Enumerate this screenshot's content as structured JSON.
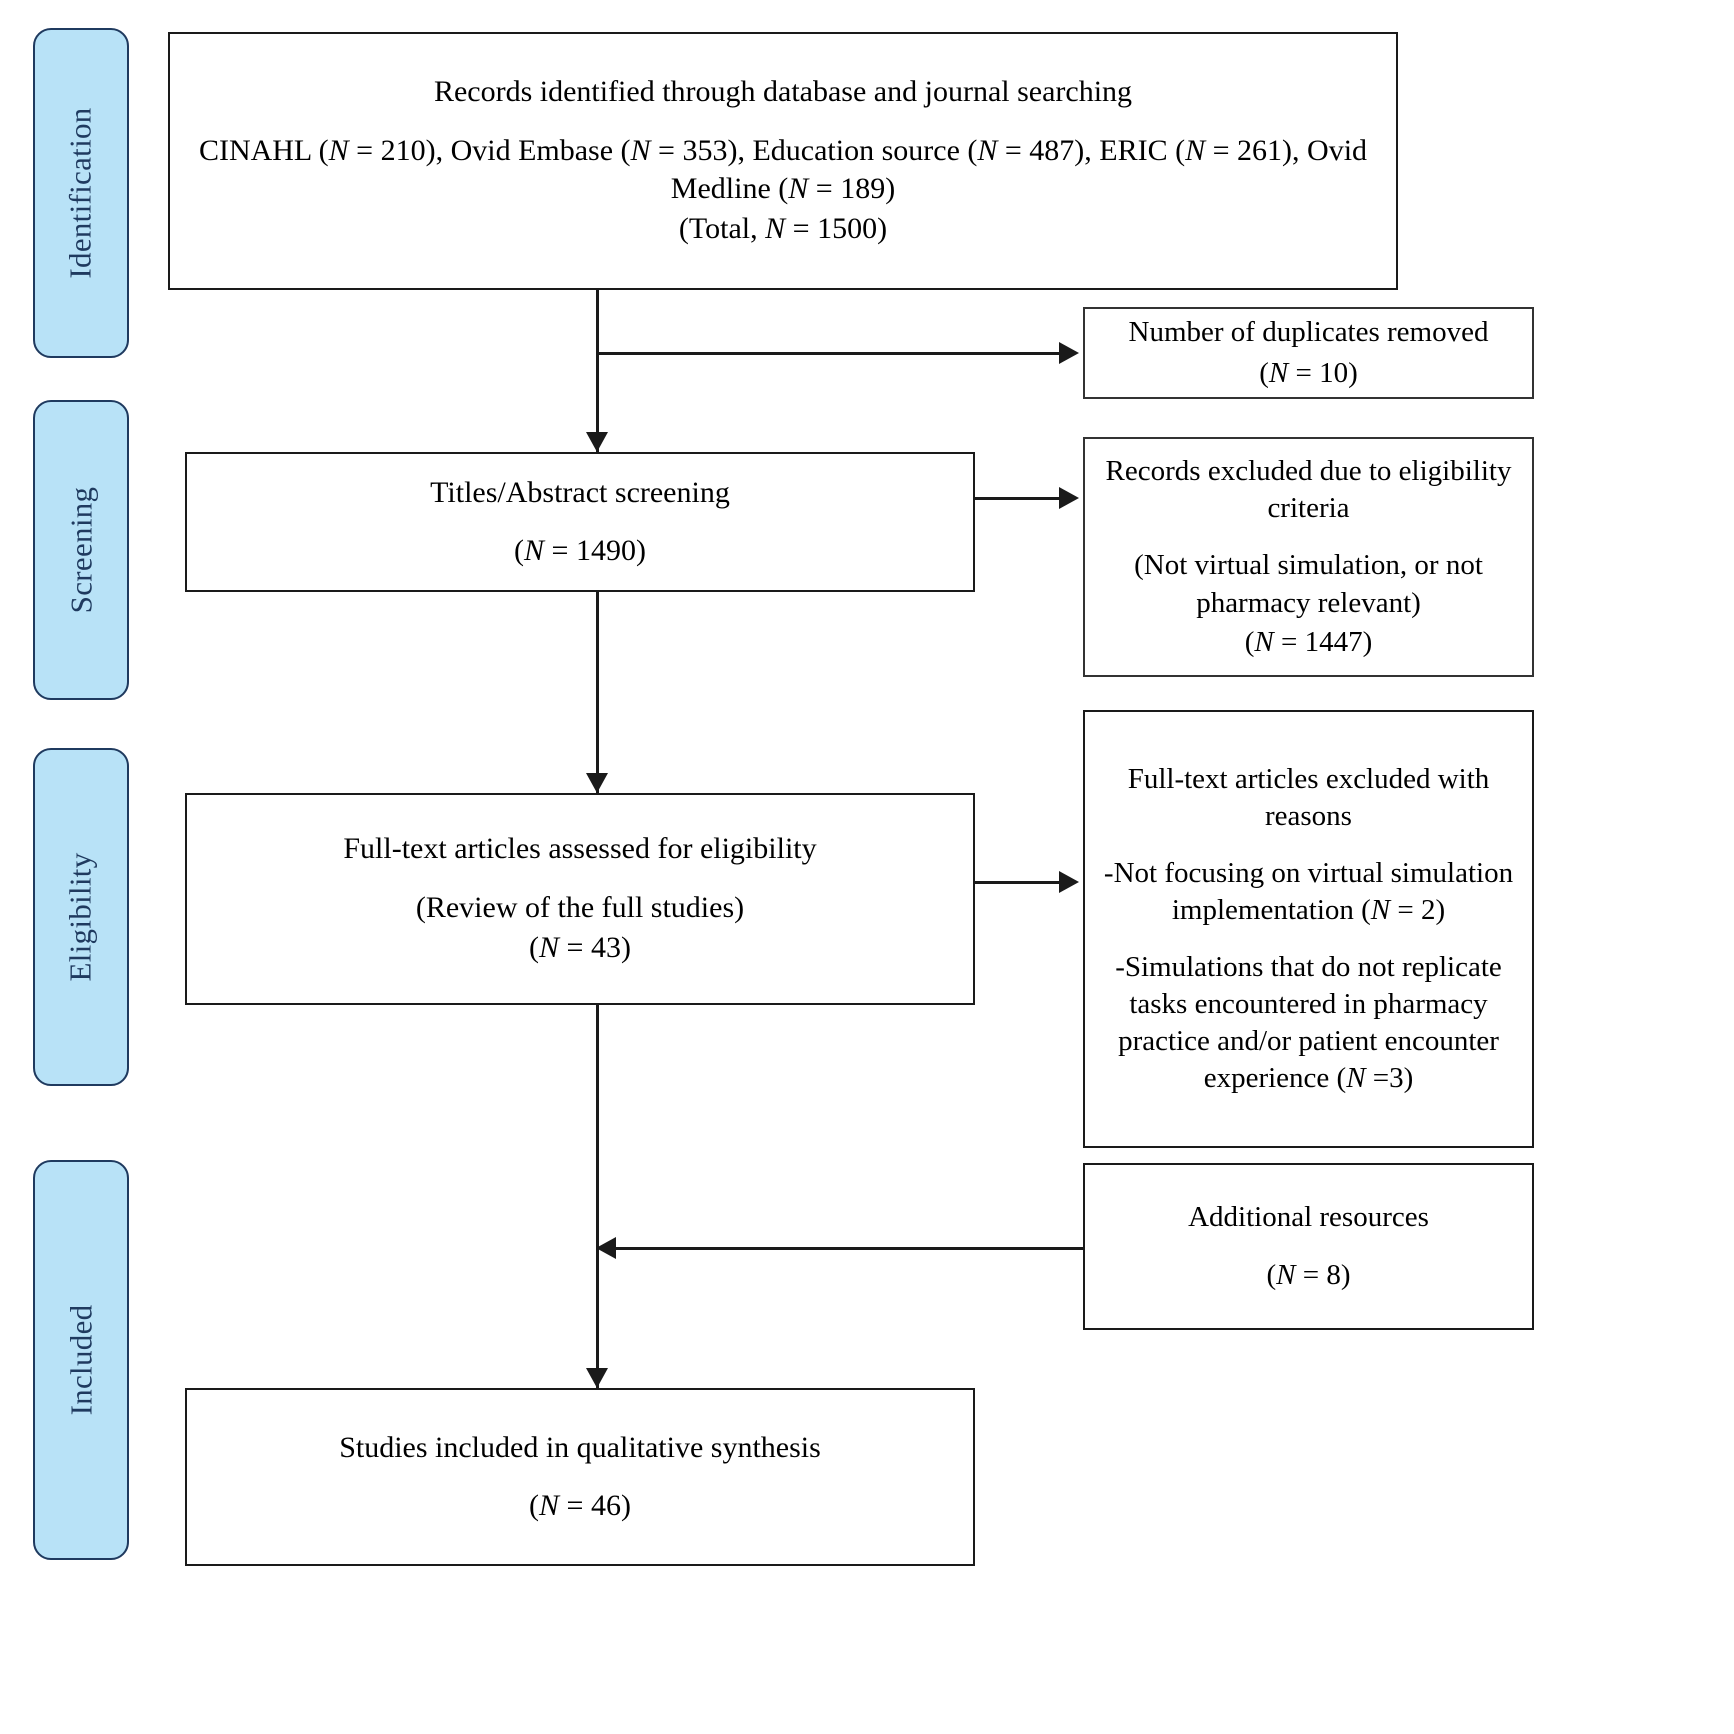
{
  "diagram": {
    "type": "prisma-flow-diagram",
    "stages": [
      {
        "id": "identification",
        "label": "Identification"
      },
      {
        "id": "screening",
        "label": "Screening"
      },
      {
        "id": "eligibility",
        "label": "Eligibility"
      },
      {
        "id": "included",
        "label": "Included"
      }
    ],
    "boxes": {
      "identified": {
        "title": "Records identified through database and journal searching",
        "sources_line": "CINAHL (N = 210), Ovid Embase (N = 353), Education source (N = 487), ERIC (N = 261), Ovid Medline (N = 189)",
        "total_line": "(Total, N = 1500)",
        "sources": [
          {
            "name": "CINAHL",
            "n": 210
          },
          {
            "name": "Ovid Embase",
            "n": 353
          },
          {
            "name": "Education source",
            "n": 487
          },
          {
            "name": "ERIC",
            "n": 261
          },
          {
            "name": "Ovid Medline",
            "n": 189
          }
        ],
        "total": 1500
      },
      "duplicates": {
        "title": "Number of duplicates removed",
        "count_line": "(N = 10)",
        "n": 10
      },
      "screening": {
        "title": "Titles/Abstract screening",
        "count_line": "(N = 1490)",
        "n": 1490
      },
      "excluded_screening": {
        "title": "Records excluded due to eligibility criteria",
        "reason_line": "(Not virtual simulation, or not pharmacy relevant)",
        "count_line": "(N = 1447)",
        "n": 1447
      },
      "fulltext": {
        "title": "Full-text articles assessed for eligibility",
        "subtitle": "(Review of the full studies)",
        "count_line": "(N = 43)",
        "n": 43
      },
      "excluded_fulltext": {
        "title": "Full-text articles excluded with reasons",
        "reason1": "-Not focusing on virtual simulation implementation (N = 2)",
        "reason2": "-Simulations that do not replicate tasks encountered in pharmacy practice and/or patient encounter experience (N =3)",
        "reasons": [
          {
            "text": "Not focusing on virtual simulation implementation",
            "n": 2
          },
          {
            "text": "Simulations that do not replicate tasks encountered in pharmacy practice and/or patient encounter experience",
            "n": 3
          }
        ]
      },
      "additional": {
        "title": "Additional resources",
        "count_line": "(N = 8)",
        "n": 8
      },
      "included": {
        "title": "Studies included in qualitative synthesis",
        "count_line": "(N = 46)",
        "n": 46
      }
    },
    "colors": {
      "stage_fill": "#b8e2f7",
      "stage_border": "#1f3a5f",
      "stage_text": "#1f3a5f",
      "box_border": "#1a1a1a",
      "connector": "#1a1a1a",
      "background": "#ffffff"
    }
  }
}
